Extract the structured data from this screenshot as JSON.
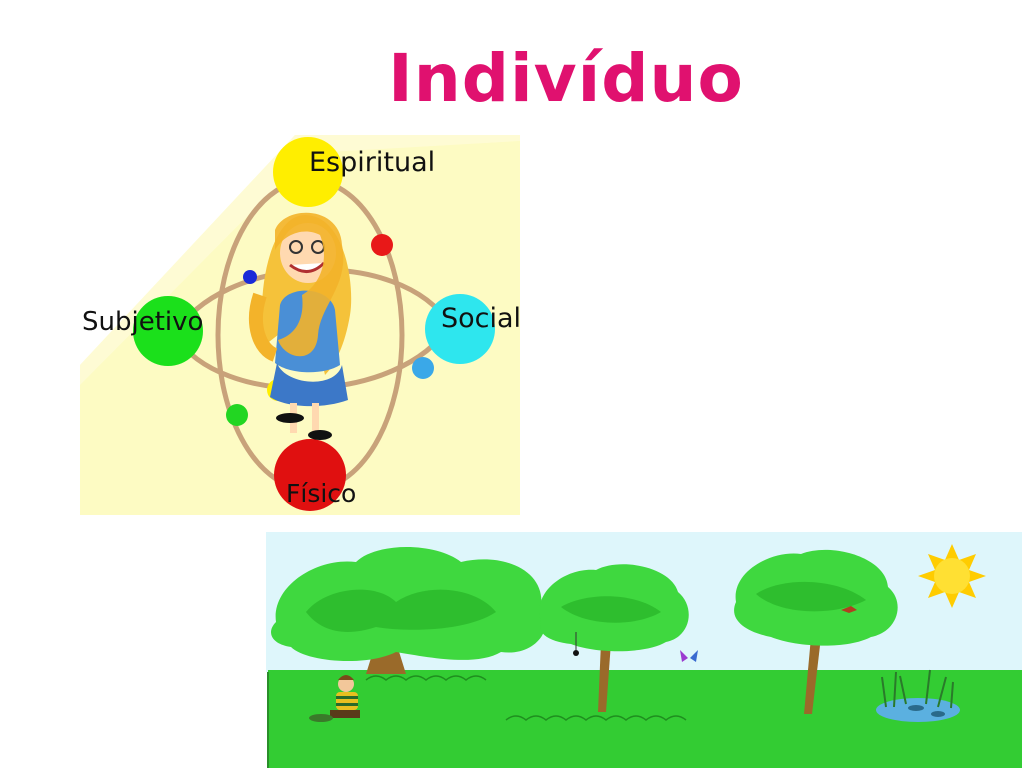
{
  "slide": {
    "title": "Indivíduo",
    "title_color": "#e0116f"
  },
  "diagram": {
    "labels": {
      "top": "Espiritual",
      "left": "Subjetivo",
      "right": "Social",
      "bottom": "Físico"
    },
    "colors": {
      "background": "#fdfbc3",
      "orbit": "#c8a27a",
      "espiritual": "#ffee00",
      "subjetivo": "#1be01b",
      "social": "#2ee6ee",
      "fisico": "#e01010"
    }
  },
  "scene": {
    "colors": {
      "sky": "#def6fb",
      "grass": "#33cc33",
      "tree": "#3fd83f",
      "trunk": "#9a6a2a",
      "sun": "#ffd21a"
    }
  }
}
